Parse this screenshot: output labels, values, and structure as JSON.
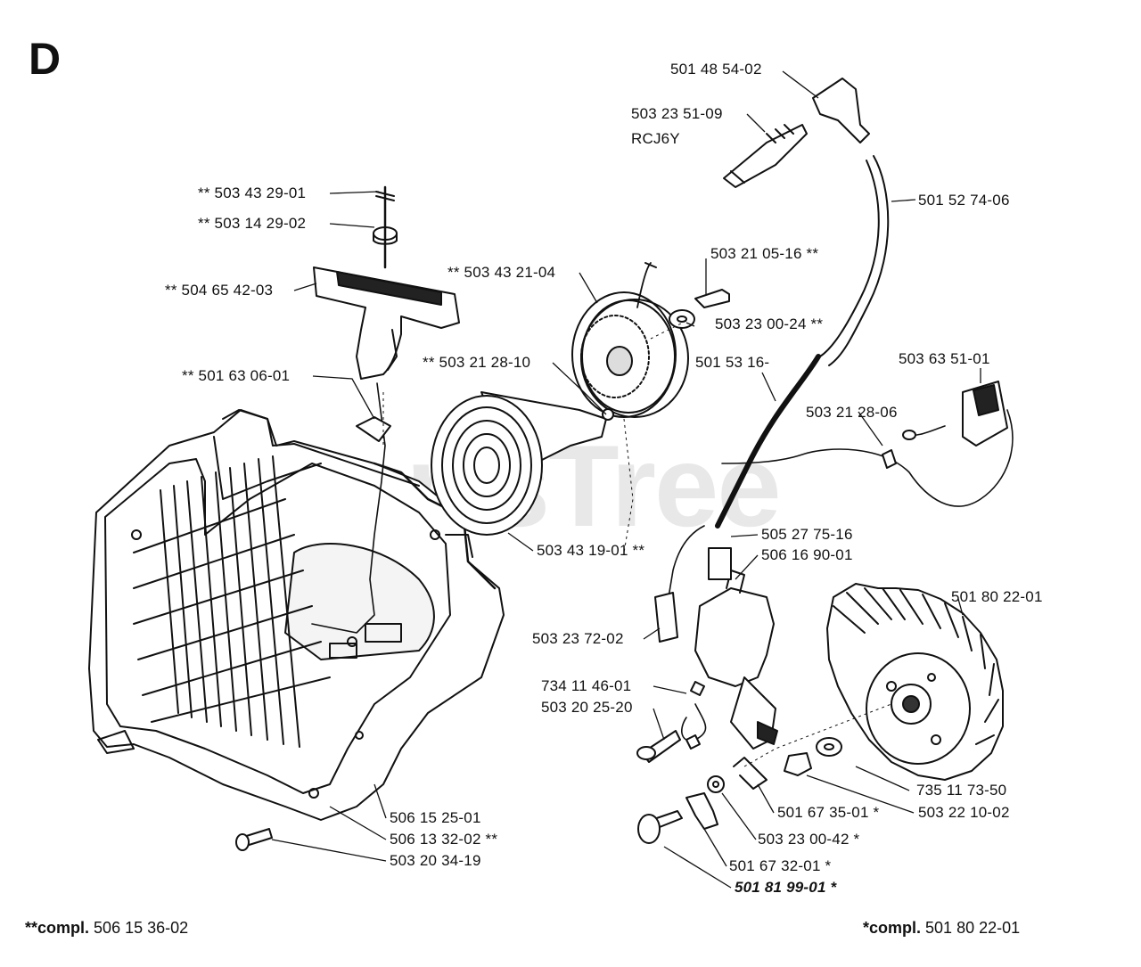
{
  "section_letter": "D",
  "watermark": "PartsTree",
  "parts": {
    "p01": "501 48 54-02",
    "p02": "503 23 51-09",
    "p02b": "RCJ6Y",
    "p03": "501 52 74-06",
    "p04": "** 503 43 29-01",
    "p05": "** 503 14 29-02",
    "p06": "** 504 65 42-03",
    "p07": "** 503 43 21-04",
    "p08": "503 21 05-16 **",
    "p09": "503 23 00-24 **",
    "p10": "** 503 21 28-10",
    "p11": "501 53 16-",
    "p12": "503 63 51-01",
    "p13": "** 501 63 06-01",
    "p14": "503 21 28-06",
    "p15": "503 43 19-01 **",
    "p16": "505 27 75-16",
    "p17": "506 16 90-01",
    "p18": "501 80 22-01",
    "p19": "503 23 72-02",
    "p20": "734 11 46-01",
    "p21": "503 20 25-20",
    "p22": "735 11 73-50",
    "p23": "501 67 35-01 *",
    "p24": "503 22 10-02",
    "p25": "506 15 25-01",
    "p26": "503 23 00-42 *",
    "p27": "506 13 32-02 **",
    "p28": "501 67 32-01 *",
    "p29": "503 20 34-19",
    "p30": "501 81 99-01 *"
  },
  "footer": {
    "left_prefix": "**compl.",
    "left_value": "506 15 36-02",
    "right_prefix": "*compl.",
    "right_value": "501 80 22-01"
  }
}
